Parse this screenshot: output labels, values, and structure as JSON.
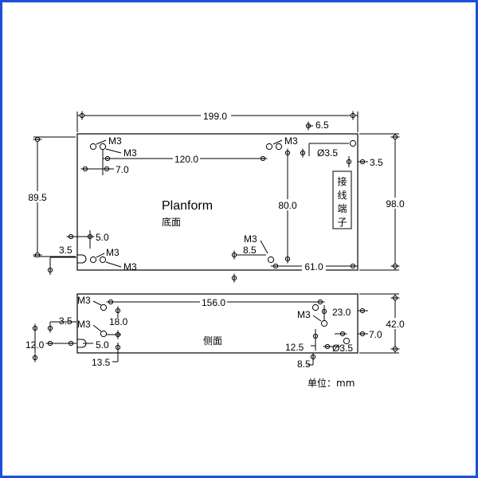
{
  "planform": {
    "title": "Planform",
    "subtitle": "底面",
    "terminal_label_chars": [
      "接",
      "线",
      "端",
      "子"
    ],
    "dims": {
      "width": "199.0",
      "height_left": "89.5",
      "height_right": "98.0",
      "hole_span_x": "120.0",
      "hole_span_y": "80.0",
      "offset_6_5": "6.5",
      "offset_7_0": "7.0",
      "offset_3_5_right": "3.5",
      "hole_dia": "Ø3.5",
      "offset_5_0": "5.0",
      "offset_3_5_left": "3.5",
      "offset_8_5": "8.5",
      "offset_61_0": "61.0"
    },
    "m3": "M3"
  },
  "side": {
    "subtitle": "侧面",
    "dims": {
      "hole_span": "156.0",
      "height": "42.0",
      "offset_18_0": "18.0",
      "offset_23_0": "23.0",
      "offset_7_0": "7.0",
      "offset_3_5": "3.5",
      "offset_12_0": "12.0",
      "offset_5_0": "5.0",
      "offset_13_5": "13.5",
      "offset_12_5": "12.5",
      "hole_dia": "Ø3.5",
      "offset_8_5": "8.5"
    },
    "m3": "M3"
  },
  "unit_label": "单位：mm"
}
